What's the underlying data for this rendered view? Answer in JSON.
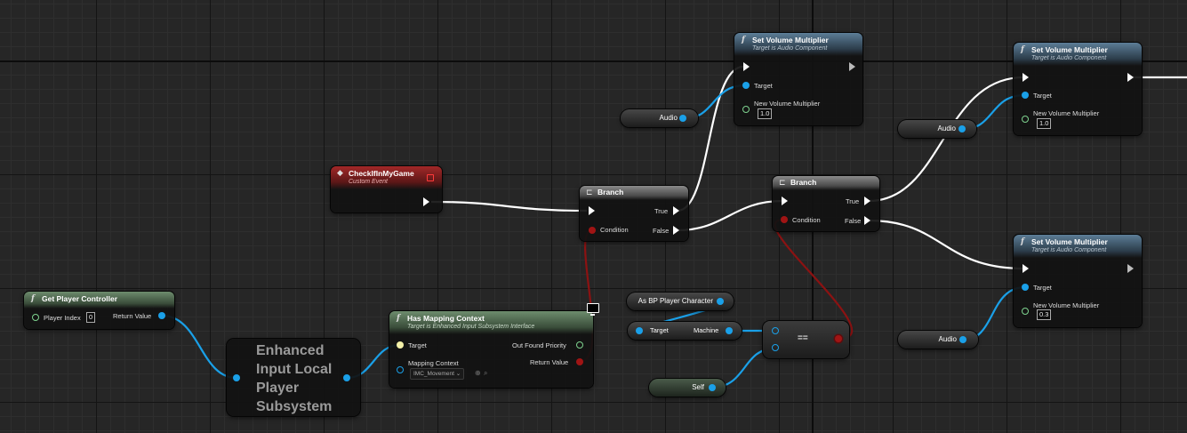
{
  "nodes": {
    "set_vol_1": {
      "title": "Set Volume Multiplier",
      "subtitle": "Target is Audio Component",
      "target_label": "Target",
      "param_label": "New Volume Multiplier",
      "param_value": "1.0"
    },
    "set_vol_2": {
      "title": "Set Volume Multiplier",
      "subtitle": "Target is Audio Component",
      "target_label": "Target",
      "param_label": "New Volume Multiplier",
      "param_value": "1.0"
    },
    "set_vol_3": {
      "title": "Set Volume Multiplier",
      "subtitle": "Target is Audio Component",
      "target_label": "Target",
      "param_label": "New Volume Multiplier",
      "param_value": "0.3"
    },
    "custom_event": {
      "title": "CheckIfInMyGame",
      "subtitle": "Custom Event"
    },
    "branch_1": {
      "title": "Branch",
      "condition_label": "Condition",
      "true_label": "True",
      "false_label": "False"
    },
    "branch_2": {
      "title": "Branch",
      "condition_label": "Condition",
      "true_label": "True",
      "false_label": "False"
    },
    "get_player_controller": {
      "title": "Get Player Controller",
      "index_label": "Player Index",
      "index_value": "0",
      "return_label": "Return Value"
    },
    "subsystem": {
      "lines": [
        "Enhanced",
        "Input Local",
        "Player",
        "Subsystem"
      ]
    },
    "has_mapping_context": {
      "title": "Has Mapping Context",
      "subtitle": "Target is Enhanced Input Subsystem Interface",
      "target_label": "Target",
      "mapping_label": "Mapping Context",
      "mapping_value": "IMC_Movement",
      "out_priority_label": "Out Found Priority",
      "return_label": "Return Value"
    },
    "cast_node": {
      "label": "As BP Player Character"
    },
    "machine_node": {
      "target_label": "Target",
      "machine_label": "Machine"
    },
    "equal_node": {
      "symbol": "=="
    },
    "self_node": {
      "label": "Self"
    },
    "audio_1": {
      "label": "Audio"
    },
    "audio_2": {
      "label": "Audio"
    },
    "audio_3": {
      "label": "Audio"
    }
  },
  "colors": {
    "exec_wire": "#ffffff",
    "object_wire": "#1aa0e8",
    "bool_wire": "#8c1212",
    "function_header": "#5c7d97",
    "pure_header": "#6d8c6d",
    "event_header": "#a32828"
  }
}
